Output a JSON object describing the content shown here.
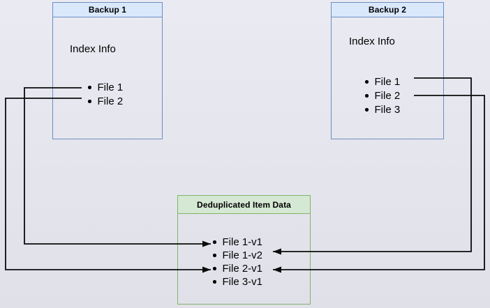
{
  "diagram": {
    "backup1": {
      "title": "Backup 1",
      "index_label": "Index Info",
      "files": [
        "File 1",
        "File 2"
      ]
    },
    "backup2": {
      "title": "Backup 2",
      "index_label": "Index Info",
      "files": [
        "File 1",
        "File 2",
        "File 3"
      ]
    },
    "dedup": {
      "title": "Deduplicated Item Data",
      "items": [
        "File 1-v1",
        "File 1-v2",
        "File 2-v1",
        "File 3-v1"
      ]
    },
    "connections": [
      {
        "from": "Backup 1 / File 1",
        "to": "File 1-v1",
        "route": "left"
      },
      {
        "from": "Backup 1 / File 2",
        "to": "File 2-v1",
        "route": "left"
      },
      {
        "from": "Backup 2 / File 1",
        "to": "File 1-v2",
        "route": "right"
      },
      {
        "from": "Backup 2 / File 2",
        "to": "File 2-v1",
        "route": "right"
      }
    ],
    "colors": {
      "backup_header_fill": "#dae8fc",
      "backup_border": "#6c8ebf",
      "dedup_header_fill": "#d5e8d4",
      "dedup_border": "#82b366",
      "connector": "#0b0b0b",
      "background_top": "#eaeaf2",
      "background_bottom": "#e0e0e9"
    }
  }
}
